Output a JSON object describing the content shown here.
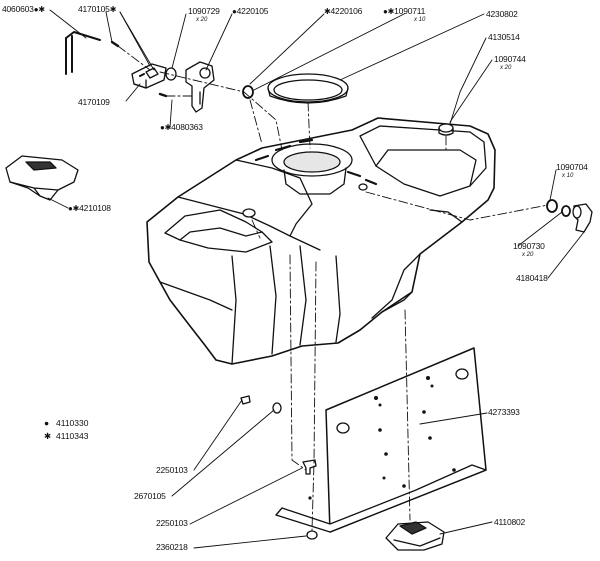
{
  "markers": {
    "dot": "●",
    "star": "✱"
  },
  "legend": [
    {
      "symbol": "●",
      "code": "4110330"
    },
    {
      "symbol": "✱",
      "code": "4110343"
    }
  ],
  "parts": {
    "p4060603": {
      "code": "4060603",
      "marker": "●✱"
    },
    "p4170105": {
      "code": "4170105",
      "marker": "✱"
    },
    "p1090729": {
      "code": "1090729",
      "qty": "x 20"
    },
    "p4220105": {
      "code": "4220105",
      "marker": "●"
    },
    "p4220106": {
      "code": "4220106",
      "marker": "✱"
    },
    "p1090711": {
      "code": "1090711",
      "marker": "●✱",
      "qty": "x 10"
    },
    "p4230802": {
      "code": "4230802"
    },
    "p4130514": {
      "code": "4130514"
    },
    "p1090744": {
      "code": "1090744",
      "qty": "x 20"
    },
    "p4170109": {
      "code": "4170109"
    },
    "p4080363": {
      "code": "4080363",
      "marker": "●✱"
    },
    "p4210108": {
      "code": "4210108",
      "marker": "●✱"
    },
    "p1090704": {
      "code": "1090704",
      "qty": "x 10"
    },
    "p1090730": {
      "code": "1090730",
      "qty": "x 20"
    },
    "p4180418": {
      "code": "4180418"
    },
    "p4273393": {
      "code": "4273393"
    },
    "p2250103a": {
      "code": "2250103"
    },
    "p2670105": {
      "code": "2670105"
    },
    "p2250103b": {
      "code": "2250103"
    },
    "p2360218": {
      "code": "2360218"
    },
    "p4110802": {
      "code": "4110802"
    }
  },
  "colors": {
    "ink": "#111111",
    "paper": "#ffffff",
    "shade": "#d9d9d9"
  }
}
